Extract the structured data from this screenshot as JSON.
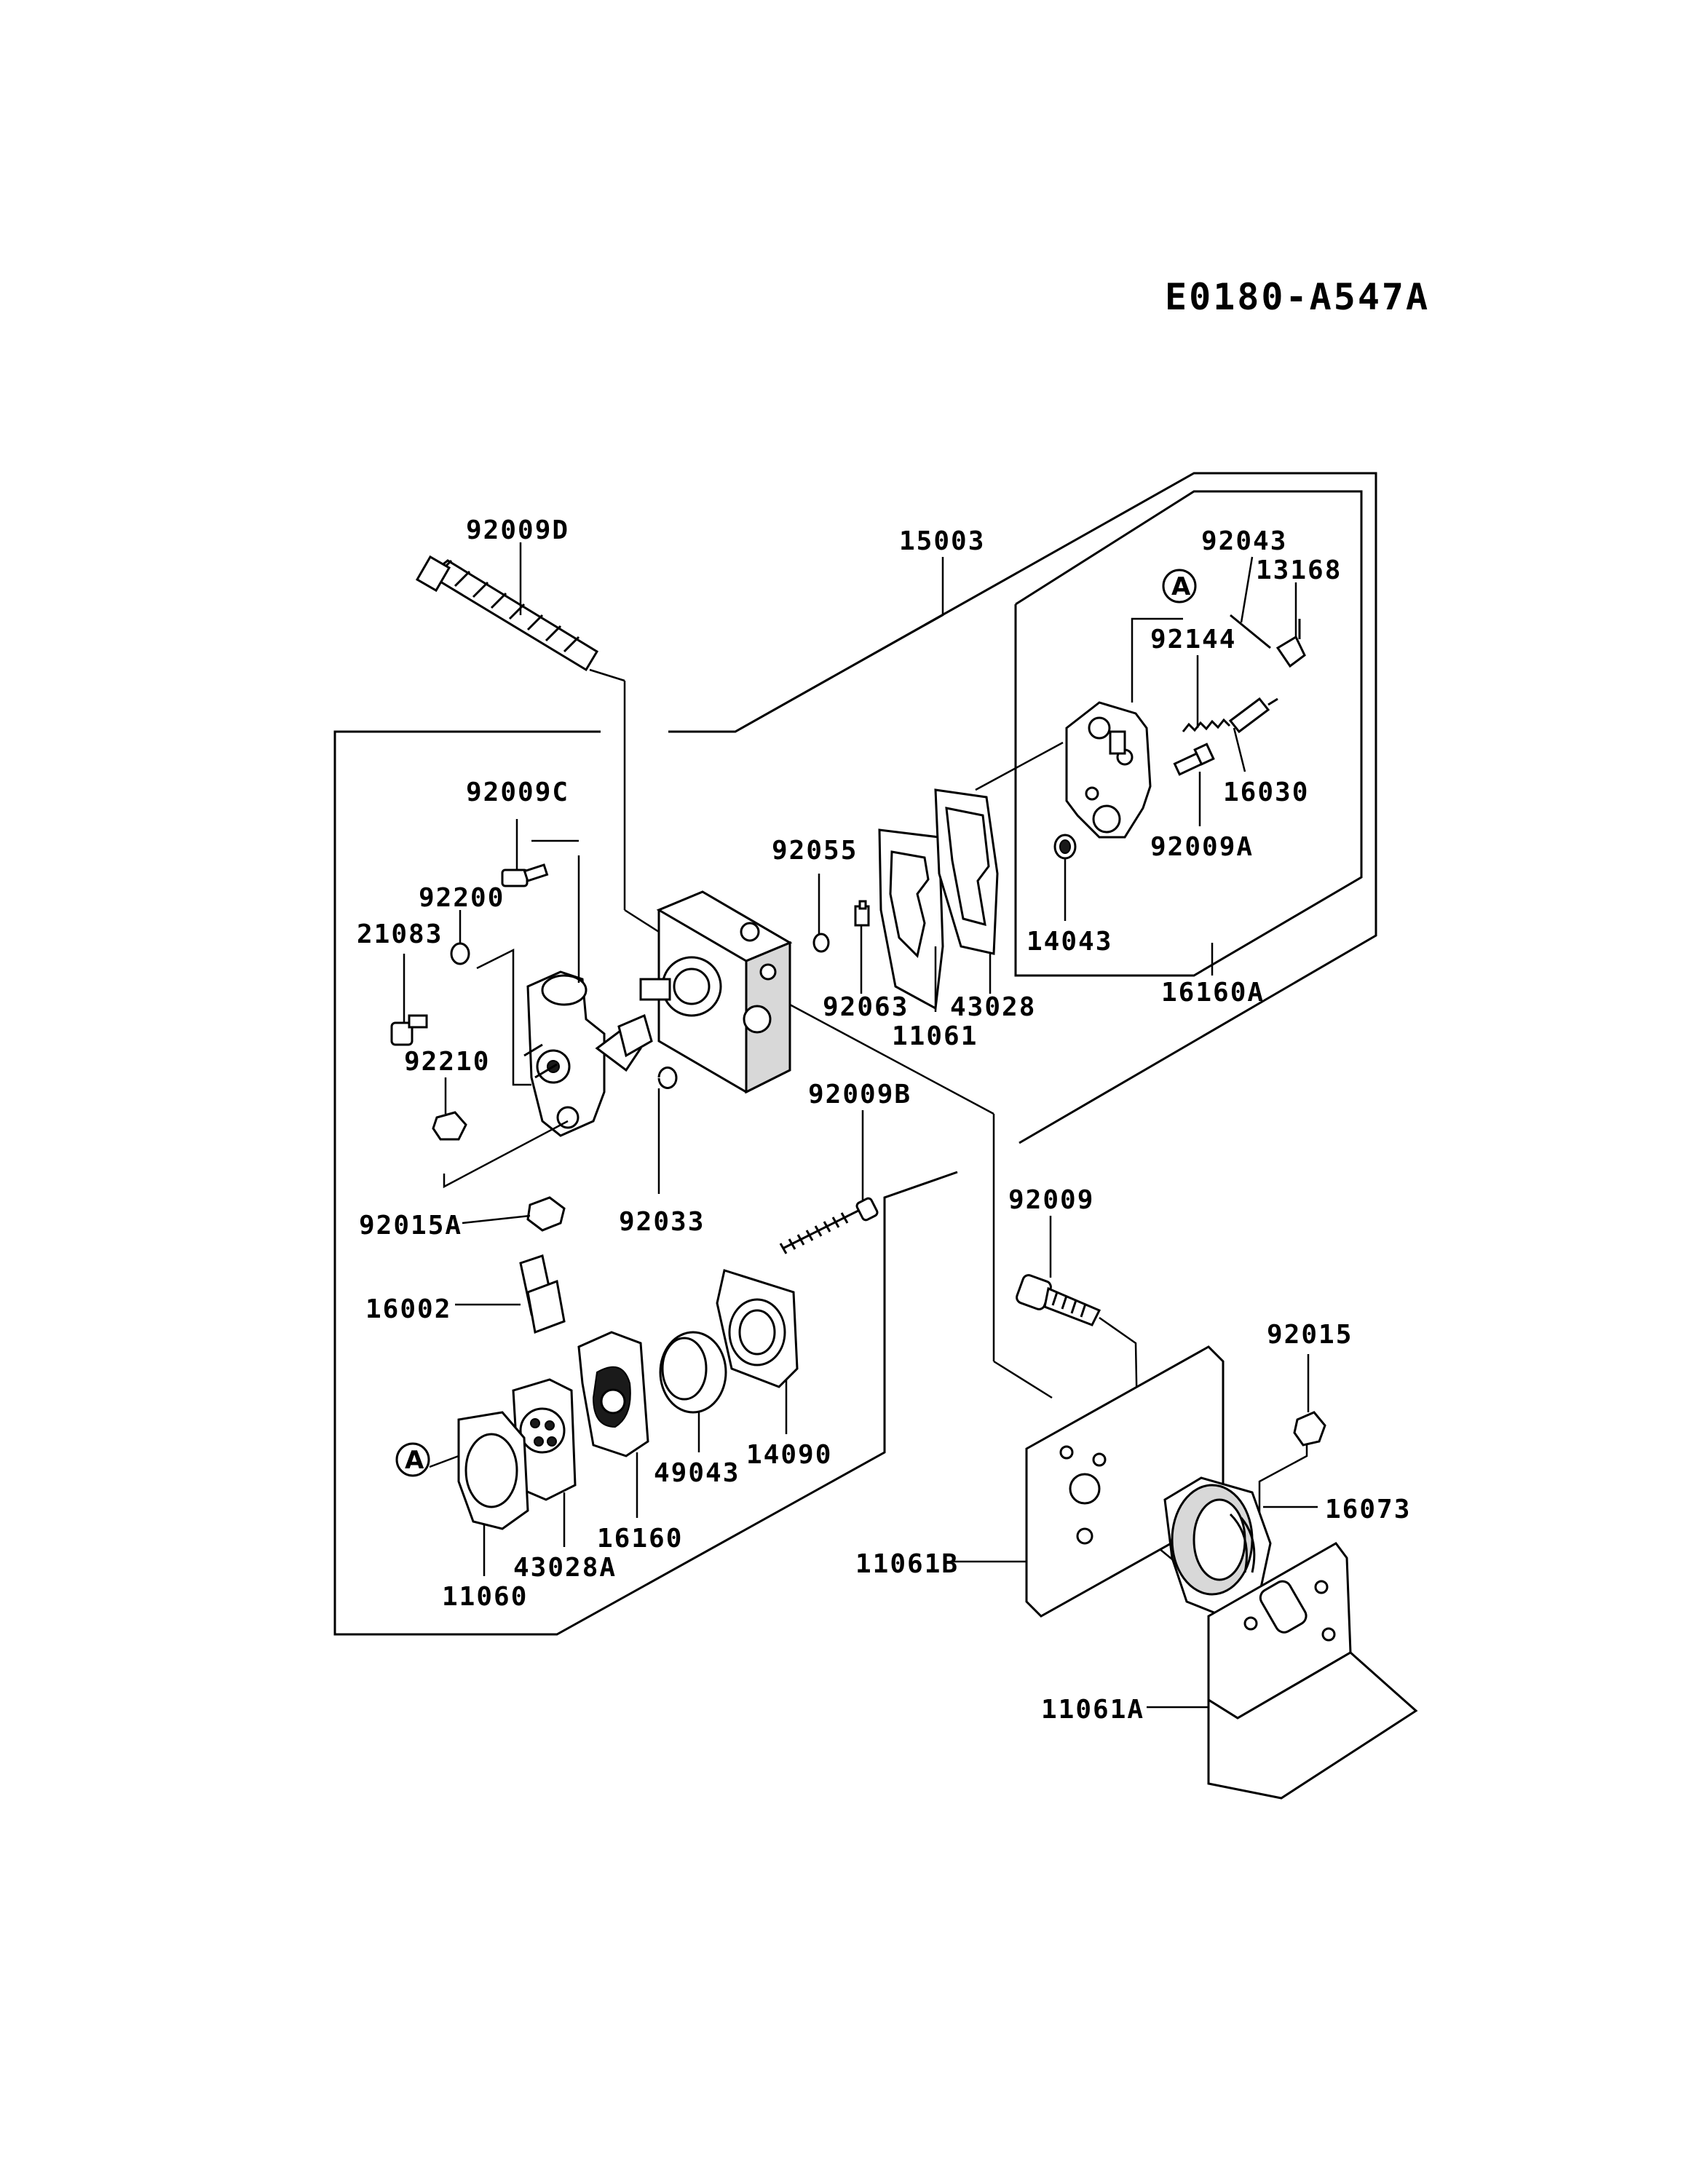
{
  "diagram_code": "E0180-A547A",
  "reference_marker": "A",
  "part_numbers": {
    "p92009D": "92009D",
    "p15003": "15003",
    "p92043": "92043",
    "p13168": "13168",
    "p92144": "92144",
    "p16030": "16030",
    "p92009A": "92009A",
    "p14043": "14043",
    "p16160A": "16160A",
    "p92055": "92055",
    "p92063": "92063",
    "p11061": "11061",
    "p43028": "43028",
    "p92009C": "92009C",
    "p92200": "92200",
    "p21083": "21083",
    "p92210": "92210",
    "p92015A": "92015A",
    "p92033": "92033",
    "p16002": "16002",
    "p92009B": "92009B",
    "p92009": "92009",
    "p92015": "92015",
    "p16073": "16073",
    "p11061B": "11061B",
    "p11061A": "11061A",
    "p49043": "49043",
    "p14090": "14090",
    "p16160": "16160",
    "p43028A": "43028A",
    "p11060": "11060"
  }
}
